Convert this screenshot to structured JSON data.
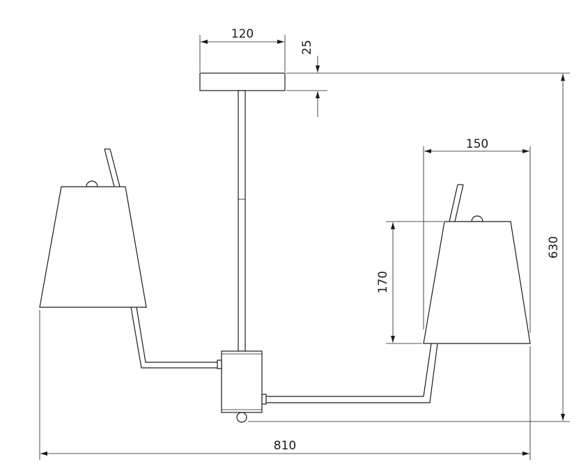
{
  "dimensions": {
    "canopy_width": "120",
    "canopy_height": "25",
    "shade_width": "150",
    "shade_height": "170",
    "total_height": "630",
    "total_width": "810"
  },
  "colors": {
    "line": "#1a1a1a",
    "background": "#ffffff"
  }
}
